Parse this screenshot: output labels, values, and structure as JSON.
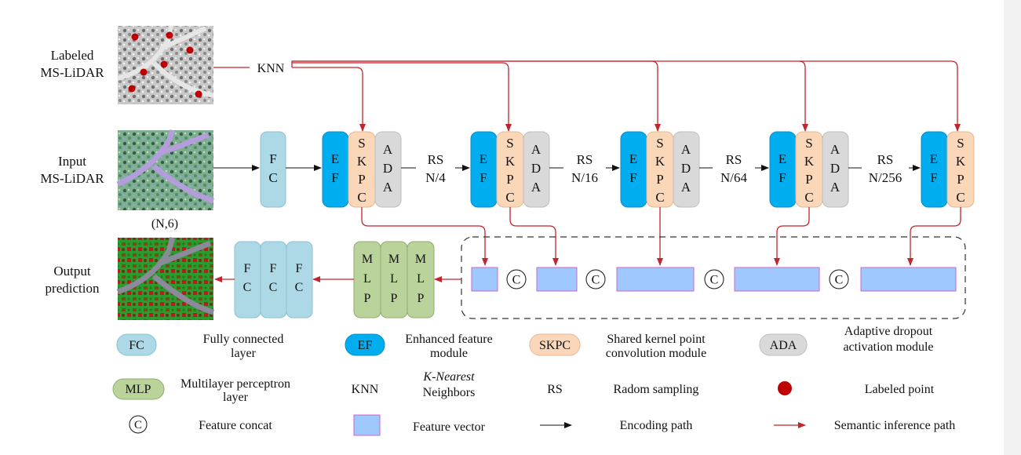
{
  "left_labels": {
    "labeled": [
      "Labeled",
      "MS-LiDAR"
    ],
    "input": [
      "Input",
      "MS-LiDAR"
    ],
    "input_shape": "(N,6)",
    "output": [
      "Output",
      "prediction"
    ]
  },
  "knn_label": "KNN",
  "fc_letters": [
    "F",
    "C"
  ],
  "ef_letters": [
    "E",
    "F"
  ],
  "skpc_letters": [
    "S",
    "K",
    "P",
    "C"
  ],
  "ada_letters": [
    "A",
    "D",
    "A"
  ],
  "mlp_letters": [
    "M",
    "L",
    "P"
  ],
  "rs_steps": [
    {
      "rs": "RS",
      "n": "N/4"
    },
    {
      "rs": "RS",
      "n": "N/16"
    },
    {
      "rs": "RS",
      "n": "N/64"
    },
    {
      "rs": "RS",
      "n": "N/256"
    }
  ],
  "concat_symbol": "C",
  "legend": {
    "fc": {
      "tag": "FC",
      "text": [
        "Fully connected",
        "layer"
      ]
    },
    "ef": {
      "tag": "EF",
      "text": [
        "Enhanced feature",
        "module"
      ]
    },
    "skpc": {
      "tag": "SKPC",
      "text": [
        "Shared kernel point",
        "convolution module"
      ]
    },
    "ada": {
      "tag": "ADA",
      "text": [
        "Adaptive dropout",
        "activation module"
      ]
    },
    "mlp": {
      "tag": "MLP",
      "text": [
        "Multilayer perceptron",
        "layer"
      ]
    },
    "knn": {
      "tag": "KNN",
      "text": [
        "K-Nearest",
        "Neighbors"
      ]
    },
    "rs": {
      "tag": "RS",
      "text": "Radom sampling"
    },
    "labeled_point": "Labeled point",
    "concat": "Feature concat",
    "feature_vector": "Feature vector",
    "encoding_path": "Encoding path",
    "semantic_path": "Semantic inference path"
  },
  "colors": {
    "fc": "#add8e6",
    "ef": "#00aeef",
    "skpc": "#fad7b8",
    "ada": "#d9d9d9",
    "mlp": "#b9d39a",
    "feature_vector": "#9fc8ff",
    "feature_vector_border": "#cc66cc",
    "semantic": "#c0262c",
    "labeled_point": "#c00000"
  }
}
